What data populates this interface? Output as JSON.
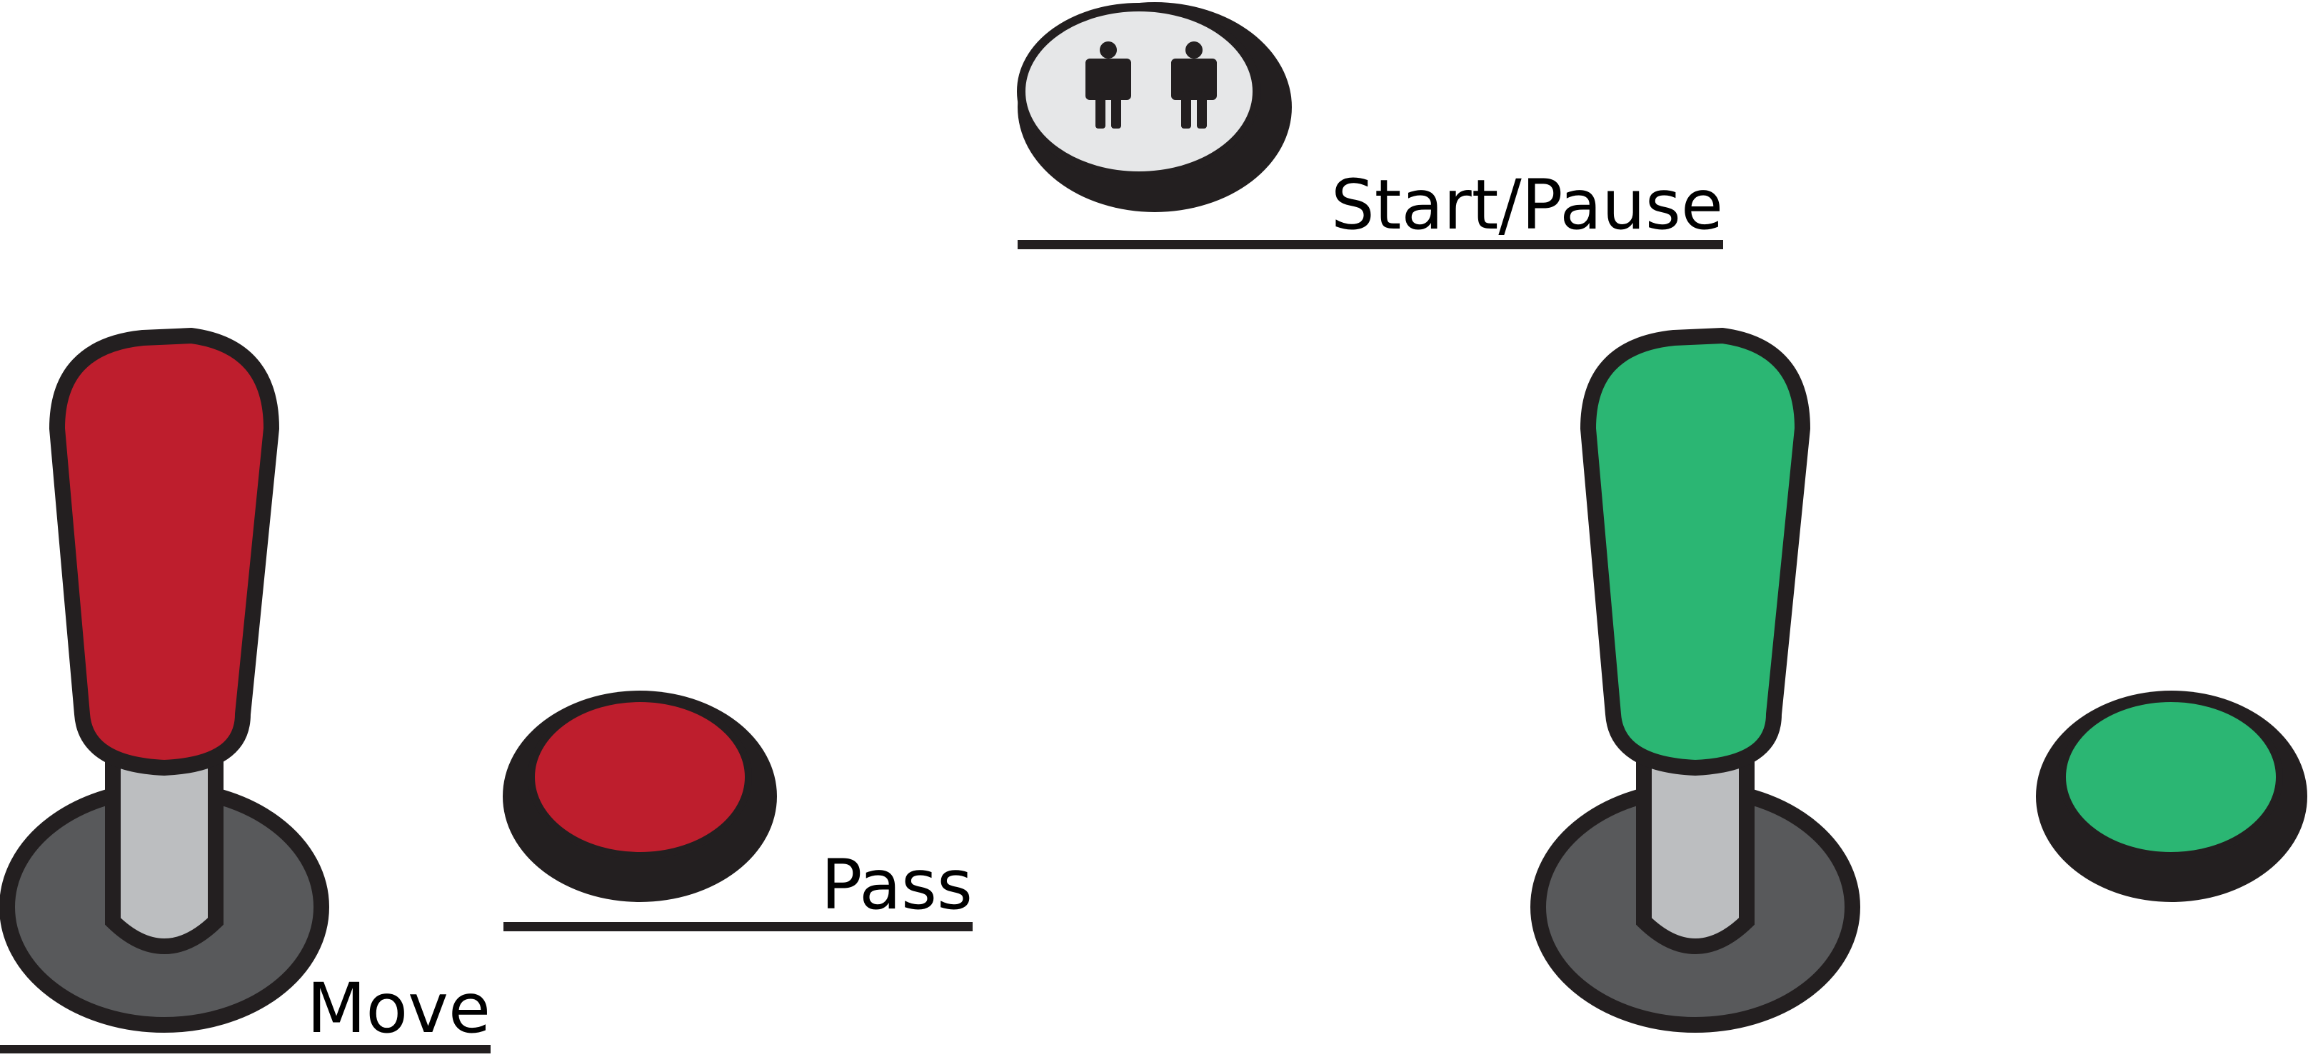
{
  "labels": {
    "start_pause": "Start/Pause",
    "pass": "Pass",
    "move": "Move"
  },
  "controls": {
    "start_button": {
      "icon": "two-player-icon"
    },
    "player1_joystick": {
      "icon": "joystick-icon"
    },
    "player1_button": {
      "icon": "round-button-icon"
    },
    "player2_joystick": {
      "icon": "joystick-icon"
    },
    "player2_button": {
      "icon": "round-button-icon"
    }
  },
  "colors": {
    "outline": "#231f20",
    "red": "#be1e2d",
    "green": "#2bb673",
    "base": "#58595b",
    "shaft": "#bcbec0",
    "start_top": "#e6e7e8"
  }
}
